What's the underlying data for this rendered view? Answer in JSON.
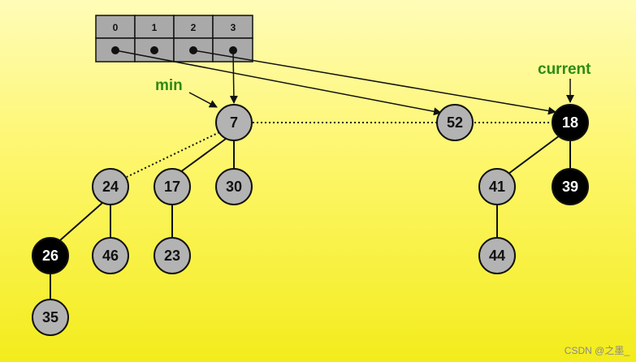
{
  "array": {
    "indices": [
      "0",
      "1",
      "2",
      "3"
    ]
  },
  "nodes": [
    {
      "id": "n7",
      "label": "7",
      "color": "dark-text-on-gray"
    },
    {
      "id": "n52",
      "label": "52"
    },
    {
      "id": "n18",
      "label": "18"
    },
    {
      "id": "n24",
      "label": "24"
    },
    {
      "id": "n17",
      "label": "17"
    },
    {
      "id": "n30",
      "label": "30"
    },
    {
      "id": "n41",
      "label": "41"
    },
    {
      "id": "n39",
      "label": "39"
    },
    {
      "id": "n26",
      "label": "26"
    },
    {
      "id": "n46",
      "label": "46"
    },
    {
      "id": "n23",
      "label": "23"
    },
    {
      "id": "n44",
      "label": "44"
    },
    {
      "id": "n35",
      "label": "35"
    }
  ],
  "marked_nodes": [
    "18",
    "39",
    "26"
  ],
  "tree_edges": [
    [
      "7",
      "17"
    ],
    [
      "7",
      "30"
    ],
    [
      "24",
      "26"
    ],
    [
      "24",
      "46"
    ],
    [
      "17",
      "23"
    ],
    [
      "26",
      "35"
    ],
    [
      "18",
      "41"
    ],
    [
      "18",
      "39"
    ],
    [
      "41",
      "44"
    ]
  ],
  "root_list_links": [
    [
      "7",
      "52"
    ],
    [
      "52",
      "18"
    ],
    [
      "7",
      "24"
    ]
  ],
  "annotations": {
    "min": "min",
    "current": "current"
  },
  "colors": {
    "node_fill": "#b3b3b3",
    "marked_fill": "#000000",
    "node_text": "#111111",
    "marked_text": "#ffffff",
    "array_fill": "#a9a9a9",
    "annotation": "#2e8b14"
  },
  "watermark": "CSDN @之墨_"
}
